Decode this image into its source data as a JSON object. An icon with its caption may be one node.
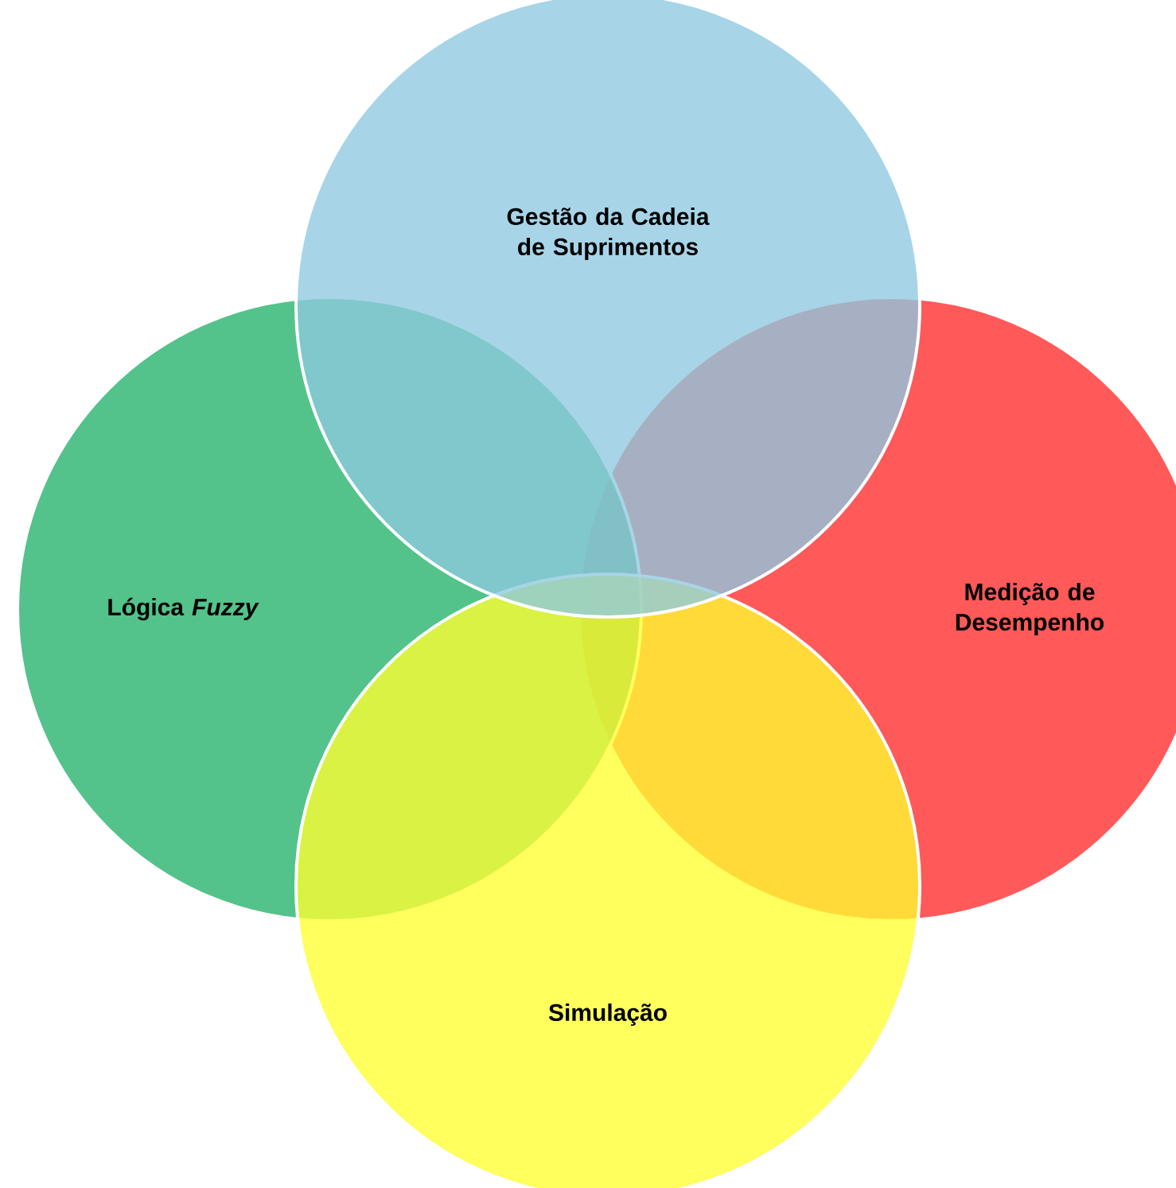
{
  "diagram": {
    "nodes": [
      {
        "text": [
          "Gestão da Cadeia de Suprimentos"
        ]
      },
      {
        "text": [
          "Medição de Desempenho"
        ]
      },
      {
        "text": [
          "Lógica *Fuzzy*"
        ]
      },
      {
        "text": [
          "Simulação"
        ]
      }
    ]
  }
}
